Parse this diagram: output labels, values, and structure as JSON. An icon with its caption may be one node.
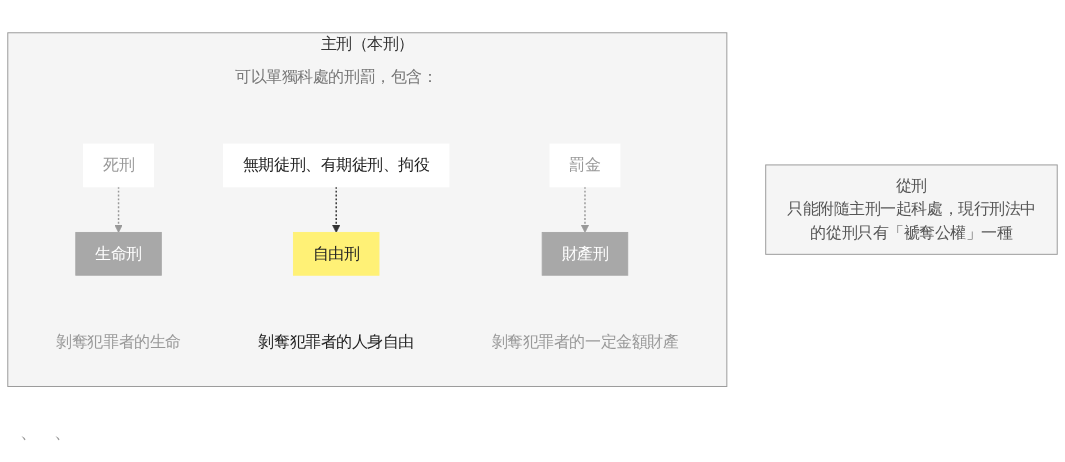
{
  "diagram": {
    "nodes": [
      {
        "text": [
          "主刑（本刑）",
          "可以單獨科處的刑罰，包含："
        ]
      },
      {
        "text": [
          "死刑"
        ],
        "in": 0
      },
      {
        "text": [
          "無期徒刑、有期徒刑、拘役"
        ],
        "in": 0
      },
      {
        "text": [
          "罰金"
        ],
        "in": 0
      },
      {
        "text": [
          "生命刑"
        ],
        "in": 0,
        "beside": [
          "剝奪犯罪者的生命"
        ]
      },
      {
        "text": [
          "自由刑"
        ],
        "in": 0,
        "beside": [
          "剝奪犯罪者的人身自由"
        ]
      },
      {
        "text": [
          "財產刑"
        ],
        "in": 0,
        "beside": [
          "剝奪犯罪者的一定金額財產"
        ]
      },
      {
        "text": [
          "從刑",
          "只能附隨主刑一起科處，現行刑法中的從刑只有「褫奪公權」一種"
        ]
      }
    ],
    "edges": [
      {
        "from": 1,
        "to": 4,
        "arrow": "to",
        "style": "dashed"
      },
      {
        "from": 2,
        "to": 5,
        "arrow": "to",
        "style": "dashed",
        "color": "#333333"
      },
      {
        "from": 3,
        "to": 6,
        "arrow": "to",
        "style": "dashed"
      }
    ],
    "labels": [
      "、",
      "、"
    ]
  }
}
